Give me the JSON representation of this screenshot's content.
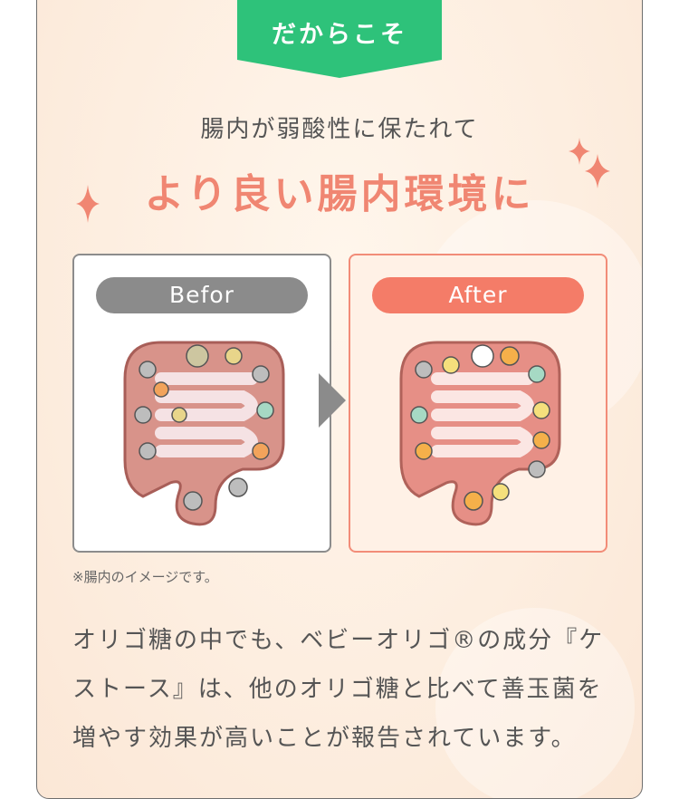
{
  "ribbon": {
    "label": "だからこそ",
    "color": "#2ec27a"
  },
  "heading": {
    "subtitle": "腸内が弱酸性に保たれて",
    "title": "より良い腸内環境に"
  },
  "comparison": {
    "before": {
      "label": "Befor"
    },
    "after": {
      "label": "After"
    },
    "arrow_icon": "right-triangle-icon"
  },
  "note": "※腸内のイメージです。",
  "body": "オリゴ糖の中でも、ベビーオリゴ®の成分『ケストース』は、他のオリゴ糖と比べて善玉菌を増やす効果が高いことが報告されています。",
  "colors": {
    "accent": "#f08672",
    "green": "#2ec27a",
    "gray": "#8b8b8b"
  }
}
